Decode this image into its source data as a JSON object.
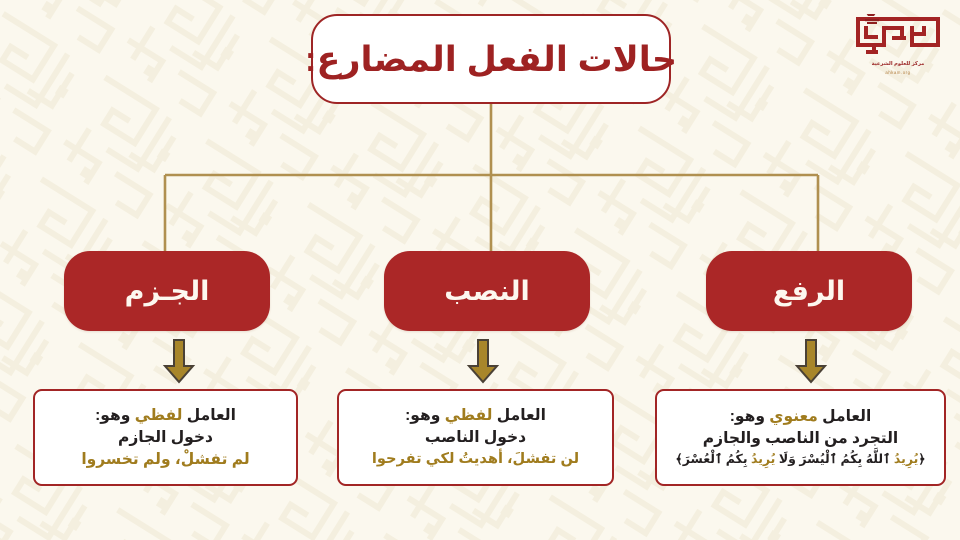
{
  "slide": {
    "background_color": "#fbf8ee",
    "accent_red": "#ab2727",
    "accent_gold": "#a07c1e",
    "border_red": "#9e2525"
  },
  "logo": {
    "name": "ihkam-logo",
    "wordmark": "إحكام",
    "subtitle": "مركز للعلوم الشرعية",
    "url": "ahkam.org"
  },
  "title": {
    "text": "حالات الفعل المضارع:"
  },
  "categories": [
    {
      "id": "jazm",
      "label": "الجـزم"
    },
    {
      "id": "nasb",
      "label": "النصب"
    },
    {
      "id": "rafa",
      "label": "الرفع"
    }
  ],
  "details": [
    {
      "id": "jazm",
      "line1_prefix": "العامل ",
      "line1_highlight": "لفظي",
      "line1_suffix": " وهو:",
      "line2": "دخول الجازم",
      "line3": "لم تفشلْ، ولم تخسروا"
    },
    {
      "id": "nasb",
      "line1_prefix": "العامل ",
      "line1_highlight": "لفظي",
      "line1_suffix": " وهو:",
      "line2": "دخول الناصب",
      "line3": "لن تفشلَ، أهديتُ لكي تفرحوا"
    },
    {
      "id": "rafa",
      "line1_prefix": "العامل ",
      "line1_highlight": "معنوي",
      "line1_suffix": " وهو:",
      "line2": "التجرد من الناصب والجازم",
      "verse_open": "﴿",
      "verse_hl1": "يُرِيدُ",
      "verse_mid1": " ٱللَّهُ بِكُمُ ٱلْيُسْرَ وَلَا ",
      "verse_hl2": "يُرِيدُ",
      "verse_mid2": " بِكُمُ ٱلْعُسْرَ",
      "verse_close": "﴾"
    }
  ]
}
